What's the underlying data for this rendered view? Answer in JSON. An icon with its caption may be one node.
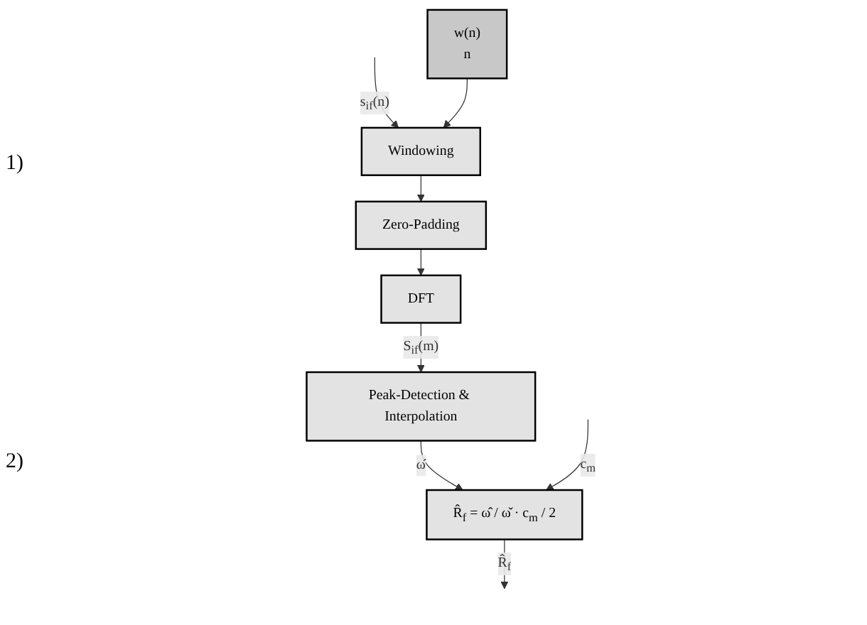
{
  "diagram": {
    "nodes": [
      {
        "text": [
          "Windowing"
        ]
      },
      {
        "text": [
          "Zero-Padding"
        ]
      },
      {
        "text": [
          "DFT"
        ]
      },
      {
        "text": [
          "Peak-Detection & Interpolation"
        ]
      },
      {
        "text": [
          "R̂$_{f}$ = ω̂ / ω̌ · c$_{m}$ / 2"
        ]
      },
      {
        "text": [
          "w(n)",
          "n"
        ]
      }
    ],
    "edges": [
      {
        "from": null,
        "to": 0,
        "arrow": "to",
        "label": "s$_{if}$(n)"
      },
      {
        "from": 5,
        "to": 0,
        "arrow": "to"
      },
      {
        "from": 0,
        "to": 1,
        "arrow": "to"
      },
      {
        "from": 1,
        "to": 2,
        "arrow": "to"
      },
      {
        "from": 2,
        "to": 3,
        "arrow": "to",
        "label": "S$_{if}$(m)"
      },
      {
        "from": 3,
        "to": 4,
        "arrow": "to",
        "label": "ω̂"
      },
      {
        "from": null,
        "to": 4,
        "arrow": "to",
        "label": "c$_{m}$"
      },
      {
        "from": 4,
        "to": null,
        "arrow": "to",
        "label": "R̂$_{f}$"
      }
    ],
    "labels": [
      "1)",
      "2)"
    ]
  }
}
